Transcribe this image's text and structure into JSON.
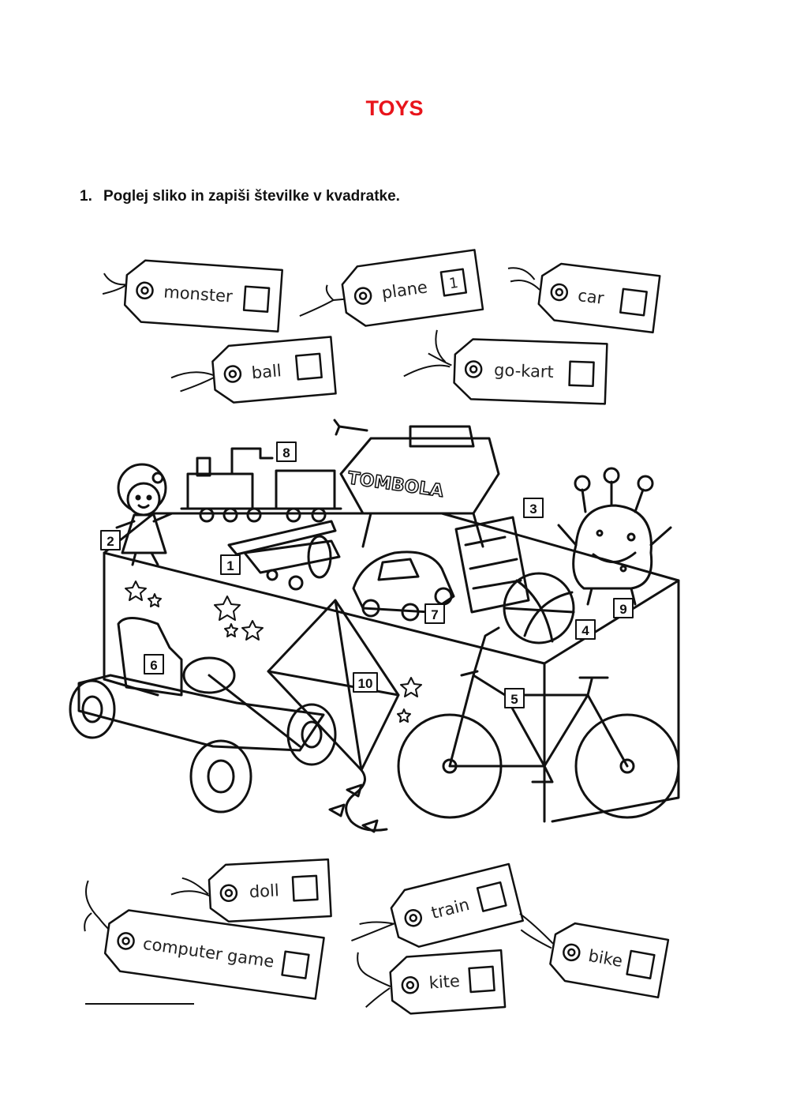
{
  "title": "TOYS",
  "instruction": {
    "number": "1.",
    "text": "Poglej sliko in zapiši številke v kvadratke."
  },
  "tags_top": [
    {
      "word": "monster",
      "answer": ""
    },
    {
      "word": "plane",
      "answer": "1"
    },
    {
      "word": "car",
      "answer": ""
    },
    {
      "word": "ball",
      "answer": ""
    },
    {
      "word": "go-kart",
      "answer": ""
    }
  ],
  "tags_bottom": [
    {
      "word": "doll",
      "answer": ""
    },
    {
      "word": "train",
      "answer": ""
    },
    {
      "word": "computer game",
      "answer": ""
    },
    {
      "word": "kite",
      "answer": ""
    },
    {
      "word": "bike",
      "answer": ""
    }
  ],
  "picture": {
    "stall_sign": "TOMBOLA",
    "number_labels": [
      "1",
      "2",
      "3",
      "4",
      "5",
      "6",
      "7",
      "8",
      "9",
      "10"
    ]
  }
}
